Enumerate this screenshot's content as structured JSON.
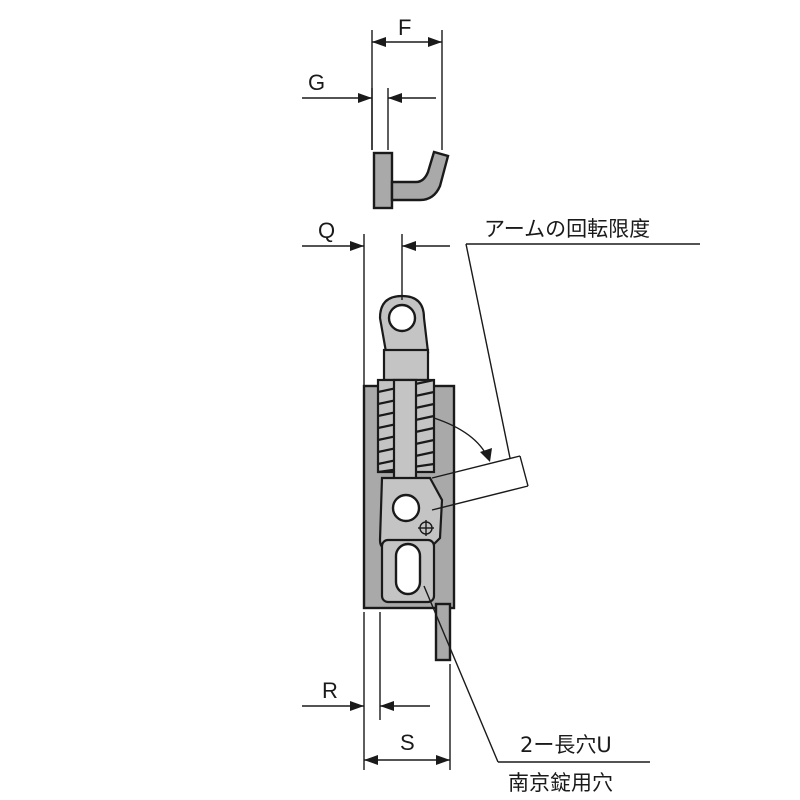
{
  "dimensions": {
    "F": "F",
    "G": "G",
    "Q": "Q",
    "R": "R",
    "S": "S"
  },
  "callouts": {
    "arm_rotation_limit": "アームの回転限度",
    "slot": "2ー長穴U",
    "padlock_hole": "南京錠用穴"
  },
  "colors": {
    "part_fill": "#a9a9a9",
    "line": "#1a1a1a",
    "background": "#ffffff"
  }
}
